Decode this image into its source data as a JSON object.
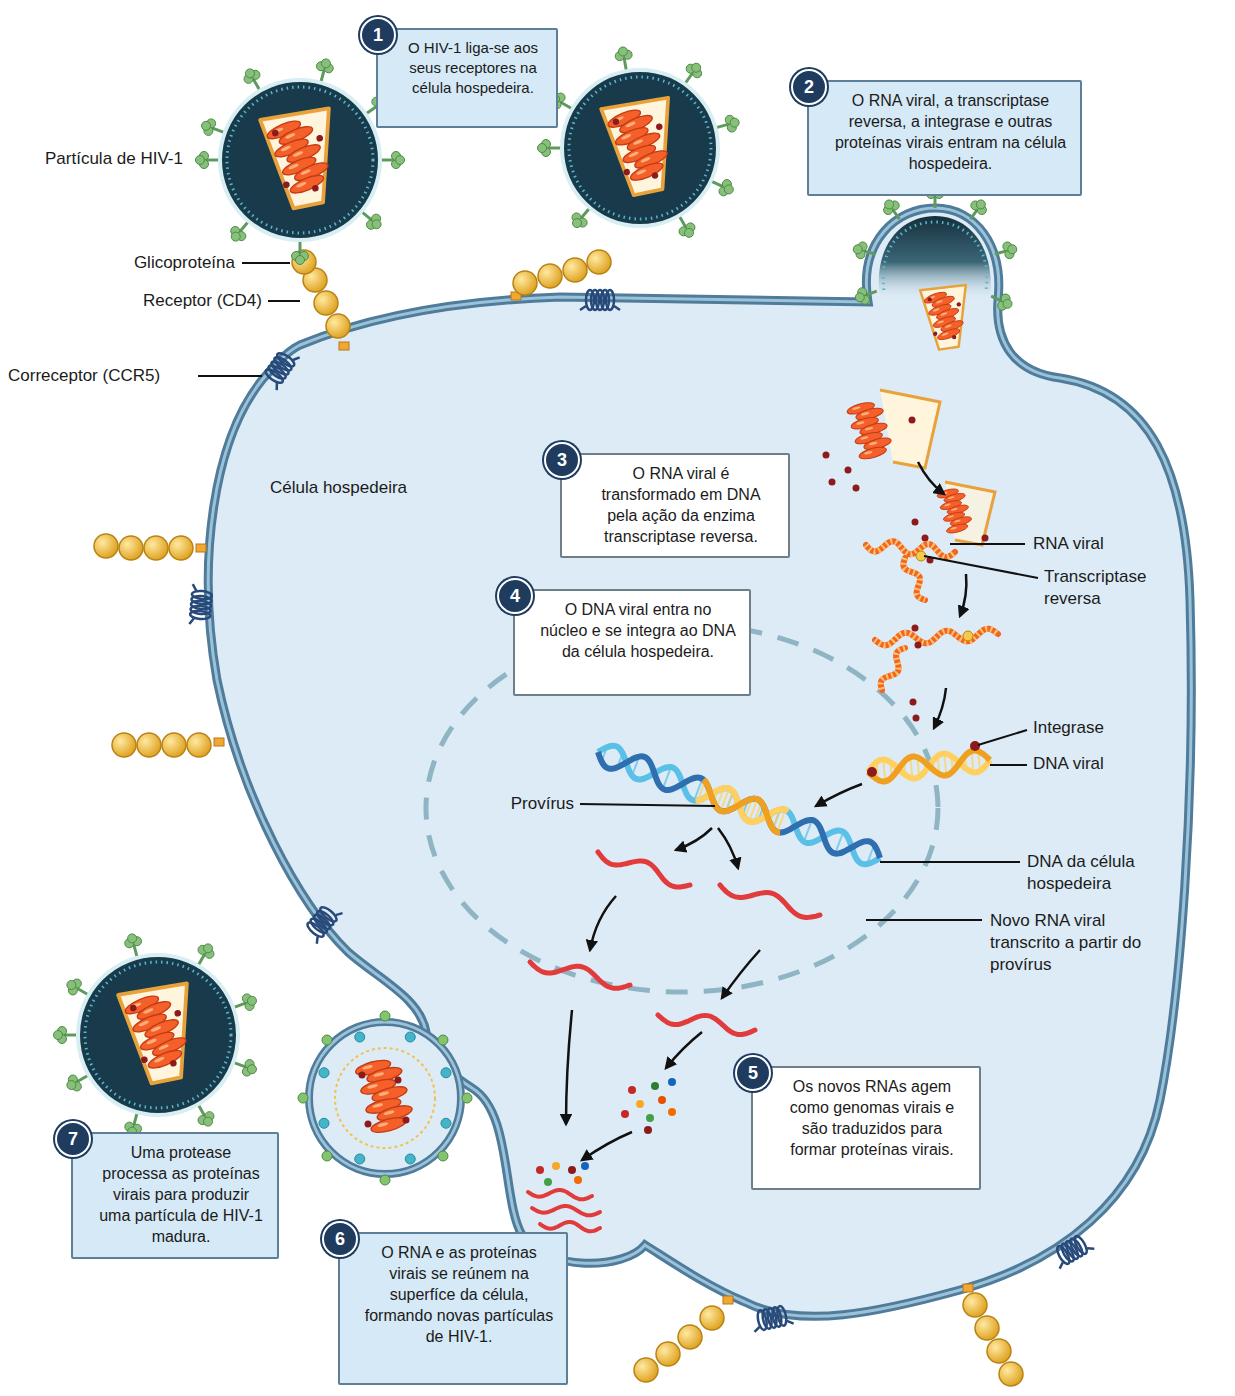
{
  "diagram": {
    "nodes": [
      {
        "text": [
          "1",
          "O HIV-1 liga-se aos seus receptores na célula hospedeira."
        ]
      },
      {
        "text": [
          "2",
          "O RNA viral, a transcriptase reversa, a integrase e outras proteínas virais entram na célula hospedeira."
        ]
      },
      {
        "text": [
          "3",
          "O RNA viral é transformado em DNA pela ação da enzima transcriptase reversa."
        ]
      },
      {
        "text": [
          "4",
          "O DNA viral entra no núcleo e se integra ao DNA da célula hospedeira."
        ]
      },
      {
        "text": [
          "5",
          "Os novos RNAs agem como genomas virais e são traduzidos para formar proteínas virais."
        ]
      },
      {
        "text": [
          "6",
          "O RNA e as proteínas virais se reúnem na superfíce da célula, formando novas partículas de HIV-1."
        ]
      },
      {
        "text": [
          "7",
          "Uma protease processa as proteínas virais para produzir uma partícula de HIV-1 madura."
        ]
      }
    ],
    "labels": [
      "Partícula de HIV-1",
      "Glicoproteína",
      "Receptor (CD4)",
      "Correceptor (CCR5)",
      "Célula hospedeira",
      "RNA viral",
      "Transcriptase reversa",
      "Integrase",
      "DNA viral",
      "Provírus",
      "DNA da célula hospedeira",
      "Novo RNA viral transcrito a partir do provírus"
    ]
  }
}
